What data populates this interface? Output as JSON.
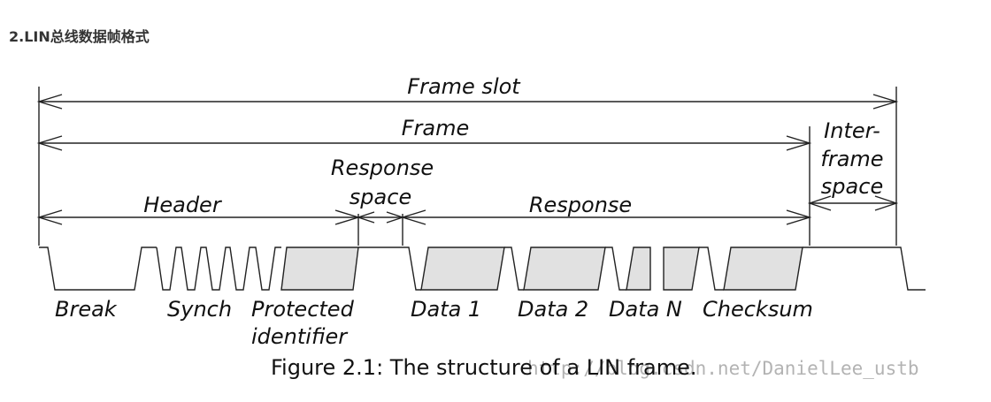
{
  "heading": "2.LIN总线数据帧格式",
  "diagram": {
    "spans": {
      "frame_slot": "Frame slot",
      "frame": "Frame",
      "header": "Header",
      "response_space": [
        "Response",
        "space"
      ],
      "response": "Response",
      "interframe_space": [
        "Inter-",
        "frame",
        "space"
      ]
    },
    "fields": {
      "break": "Break",
      "synch": "Synch",
      "protected_identifier": [
        "Protected",
        "identifier"
      ],
      "data_1": "Data 1",
      "data_2": "Data 2",
      "data_n": "Data N",
      "checksum": "Checksum"
    },
    "caption": "Figure 2.1: The structure of a LIN frame.",
    "watermark": "http://blog.csdn.net/DanielLee_ustb",
    "colors": {
      "line": "#222222",
      "field_fill": "#e1e1e1",
      "watermark": "#9a9a9a"
    }
  }
}
